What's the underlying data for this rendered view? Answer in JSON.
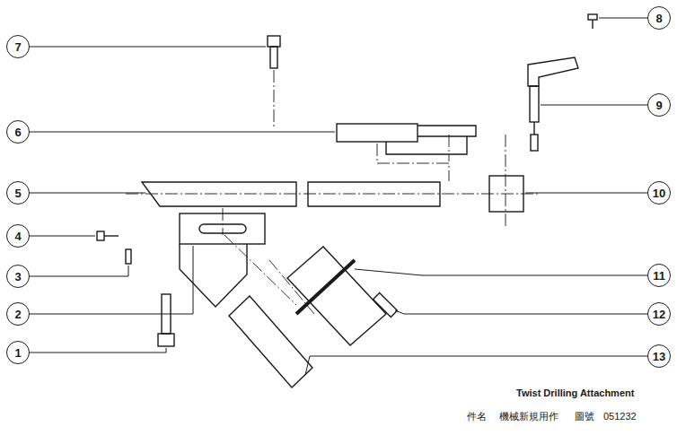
{
  "diagram": {
    "title": "Twist Drilling Attachment",
    "nodes": [
      {
        "text": [
          "1"
        ]
      },
      {
        "text": [
          "2"
        ]
      },
      {
        "text": [
          "3"
        ]
      },
      {
        "text": [
          "4"
        ]
      },
      {
        "text": [
          "5"
        ]
      },
      {
        "text": [
          "6"
        ]
      },
      {
        "text": [
          "7"
        ]
      },
      {
        "text": [
          "8"
        ]
      },
      {
        "text": [
          "9"
        ]
      },
      {
        "text": [
          "10"
        ]
      },
      {
        "text": [
          "11"
        ]
      },
      {
        "text": [
          "12"
        ]
      },
      {
        "text": [
          "13"
        ]
      }
    ],
    "labels": [
      "件名",
      "機械新規用作",
      "圖號",
      "051232"
    ]
  }
}
